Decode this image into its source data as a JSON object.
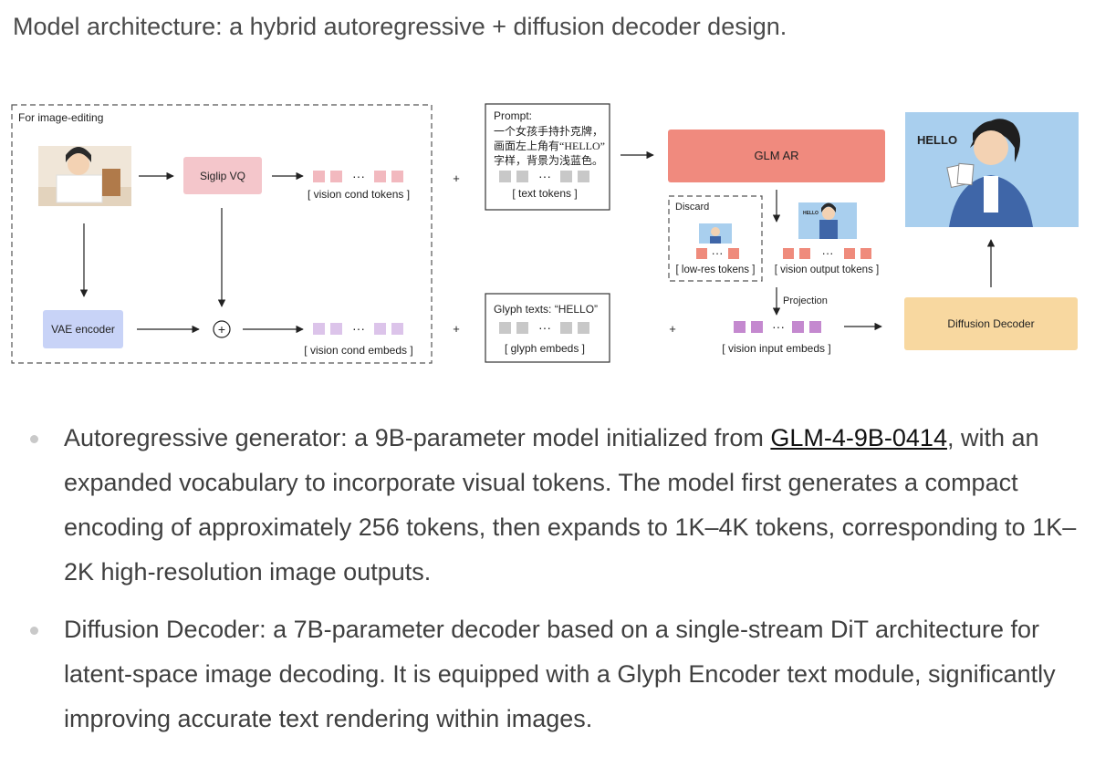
{
  "heading": "Model architecture: a hybrid autoregressive + diffusion decoder design.",
  "diagram": {
    "editing_box_label": "For image-editing",
    "siglip_vq": "Siglip VQ",
    "vision_cond_tokens": "[ vision cond tokens ]",
    "vae_encoder": "VAE encoder",
    "vision_cond_embeds": "[ vision cond embeds ]",
    "prompt_title": "Prompt:",
    "prompt_lines": [
      "一个女孩手持扑克牌，",
      "画面左上角有“HELLO”",
      "字样，背景为浅蓝色。"
    ],
    "text_tokens": "[ text tokens ]",
    "glyph_texts": "Glyph texts: “HELLO”",
    "glyph_embeds": "[ glyph embeds ]",
    "glm_ar": "GLM AR",
    "discard": "Discard",
    "low_res_tokens": "[ low-res tokens ]",
    "vision_output_tokens": "[ vision output tokens ]",
    "projection": "Projection",
    "vision_input_embeds": "[ vision input embeds ]",
    "diffusion_decoder": "Diffusion Decoder",
    "plus": "+",
    "dots": "···",
    "output_hello": "HELLO",
    "small_hello": "HELLO",
    "colors": {
      "siglip": "#f4c6cb",
      "vae": "#c8d3f7",
      "glm_ar": "#f08a7e",
      "diffusion": "#f8d8a0",
      "cond_token": "#f2b9bf",
      "cond_embed": "#dcc4ea",
      "gray_token": "#c8c8c8",
      "ar_token": "#ef8b7c",
      "input_embed": "#c489cf",
      "sky": "#a9cfee"
    }
  },
  "bullets": [
    {
      "before_link": "Autoregressive generator: a 9B-parameter model initialized from ",
      "link": "GLM-4-9B-0414",
      "after_link": ", with an expanded vocabulary to incorporate visual tokens. The model first generates a compact encoding of approximately 256 tokens, then expands to 1K–4K tokens, corresponding to 1K–2K high-resolution image outputs."
    },
    {
      "text": "Diffusion Decoder: a 7B-parameter decoder based on a single-stream DiT architecture for latent-space image decoding. It is equipped with a Glyph Encoder text module, significantly improving accurate text rendering within images."
    }
  ]
}
